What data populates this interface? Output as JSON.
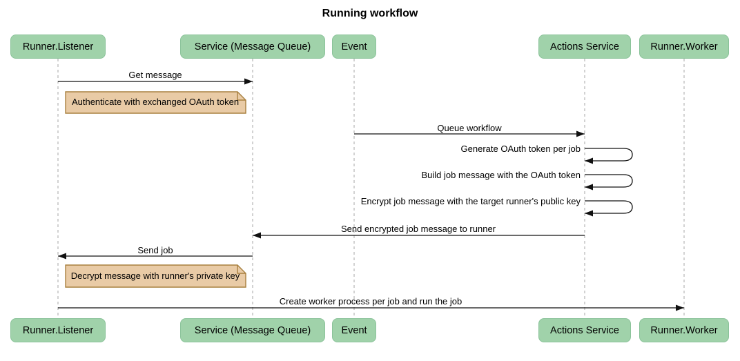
{
  "title": "Running workflow",
  "participants": [
    {
      "name": "Runner.Listener"
    },
    {
      "name": "Service (Message Queue)"
    },
    {
      "name": "Event"
    },
    {
      "name": "Actions Service"
    },
    {
      "name": "Runner.Worker"
    }
  ],
  "messages": [
    {
      "label": "Get message",
      "from": "Runner.Listener",
      "to": "Service (Message Queue)",
      "type": "solid-arrow"
    },
    {
      "label": "Queue workflow",
      "from": "Event",
      "to": "Actions Service",
      "type": "solid-arrow"
    },
    {
      "label": "Generate OAuth token per job",
      "from": "Actions Service",
      "to": "Actions Service",
      "type": "self-loop"
    },
    {
      "label": "Build job message with the OAuth token",
      "from": "Actions Service",
      "to": "Actions Service",
      "type": "self-loop"
    },
    {
      "label": "Encrypt job message with the target runner's public key",
      "from": "Actions Service",
      "to": "Actions Service",
      "type": "self-loop"
    },
    {
      "label": "Send encrypted job message to runner",
      "from": "Actions Service",
      "to": "Service (Message Queue)",
      "type": "solid-arrow"
    },
    {
      "label": "Send job",
      "from": "Service (Message Queue)",
      "to": "Runner.Listener",
      "type": "solid-arrow"
    },
    {
      "label": "Create worker process per job and run the job",
      "from": "Runner.Listener",
      "to": "Runner.Worker",
      "type": "solid-arrow"
    }
  ],
  "notes": [
    {
      "text": "Authenticate with exchanged OAuth token",
      "over": "Runner.Listener / Service (Message Queue)"
    },
    {
      "text": "Decrypt message with runner's private key",
      "over": "Runner.Listener / Service (Message Queue)"
    }
  ],
  "colors": {
    "participant_fill": "#a0d2aa",
    "participant_border": "#8bc39a",
    "note_fill": "#e9cba6",
    "note_border": "#a8803f",
    "lifeline": "#b3b3b3",
    "message": "#111111",
    "background": "#ffffff"
  }
}
